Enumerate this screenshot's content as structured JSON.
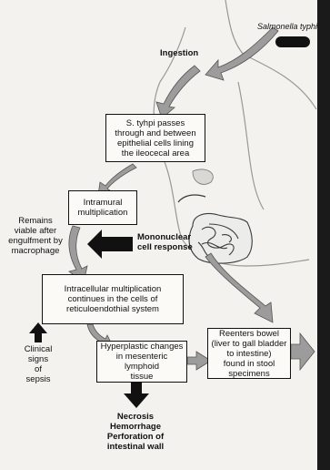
{
  "organism_label": "Salmonella typhi",
  "ingestion_label": "Ingestion",
  "steps": {
    "passes": "S. tyhpi passes\nthrough and between\nepithelial cells lining\nthe ileocecal area",
    "intramural": "Intramural\nmultiplication",
    "intracellular": "Intracellular multiplication\ncontinues in the cells of\nreticuloendothial system",
    "hyperplastic": "Hyperplastic changes\nin mesenteric lymphoid\ntissue",
    "reenters": "Reenters bowel\n(liver to gall bladder\nto intestine)\nfound in stool specimens"
  },
  "side_labels": {
    "viable": "Remains\nviable after\nengulfment by\nmacrophage",
    "mononuclear": "Mononuclear\ncell response",
    "clinical": "Clinical\nsigns\nof\nsepsis",
    "outcomes": "Necrosis\nHemorrhage\nPerforation of\nintestinal wall"
  },
  "colors": {
    "background": "#f4f2ee",
    "body_outline": "#9a9894",
    "arrow_fill": "#9c9c9c",
    "arrow_black": "#111111",
    "box_border": "#111111"
  }
}
